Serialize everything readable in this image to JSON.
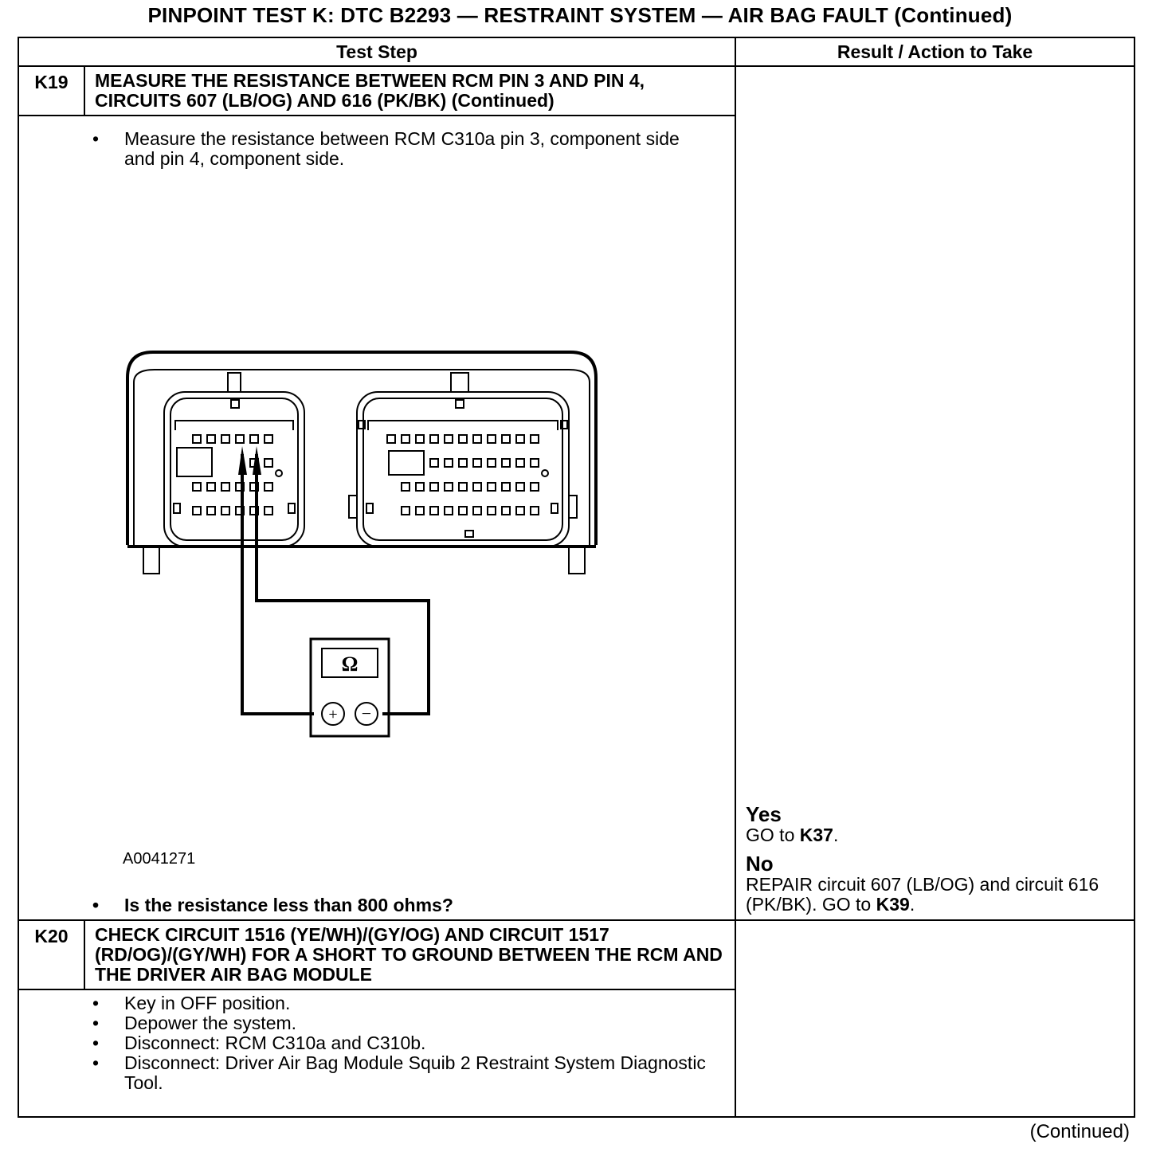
{
  "title": "PINPOINT TEST  K:  DTC B2293 — RESTRAINT SYSTEM — AIR BAG FAULT (Continued)",
  "columns": {
    "test_step": "Test Step",
    "result": "Result / Action to Take"
  },
  "steps": [
    {
      "id": "K19",
      "heading": "MEASURE THE RESISTANCE BETWEEN RCM PIN 3 AND PIN 4, CIRCUITS 607 (LB/OG) AND 616 (PK/BK) (Continued)",
      "bullets": [
        "Measure the resistance between RCM C310a pin 3, component side and pin 4, component side."
      ],
      "figure_id": "A0041271",
      "question": "Is the resistance less than 800 ohms?",
      "meter_symbol": "Ω",
      "result": {
        "yes_label": "Yes",
        "yes_text": "GO to ",
        "yes_goto": "K37",
        "no_label": "No",
        "no_text": "REPAIR circuit 607 (LB/OG) and circuit 616 (PK/BK). GO to ",
        "no_goto": "K39"
      }
    },
    {
      "id": "K20",
      "heading": "CHECK CIRCUIT 1516 (YE/WH)/(GY/OG) AND CIRCUIT 1517 (RD/OG)/(GY/WH) FOR A SHORT TO GROUND BETWEEN THE RCM AND THE DRIVER AIR BAG MODULE",
      "bullets": [
        "Key in OFF position.",
        "Depower the system.",
        "Disconnect: RCM C310a and C310b.",
        "Disconnect: Driver Air Bag Module Squib 2 Restraint System Diagnostic Tool."
      ]
    }
  ],
  "footer": "(Continued)"
}
